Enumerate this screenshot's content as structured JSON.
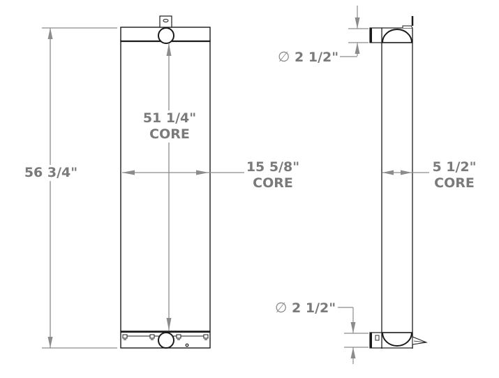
{
  "drawing": {
    "subject": "radiator",
    "views": [
      "front-view",
      "side-view"
    ]
  },
  "dimensions": {
    "overall_height": {
      "value": "56 3/4\""
    },
    "core_height": {
      "value": "51 1/4\"",
      "note": "CORE"
    },
    "core_width": {
      "value": "15 5/8\"",
      "note": "CORE"
    },
    "core_depth": {
      "value": "5 1/2\"",
      "note": "CORE"
    },
    "top_port": {
      "symbol": "∅",
      "value": "2 1/2\""
    },
    "bottom_port": {
      "symbol": "∅",
      "value": "2 1/2\""
    }
  },
  "colors": {
    "outline": "#1a1a1a",
    "dimension_line": "#8c8c8c",
    "label_text": "#7a7a7a"
  }
}
